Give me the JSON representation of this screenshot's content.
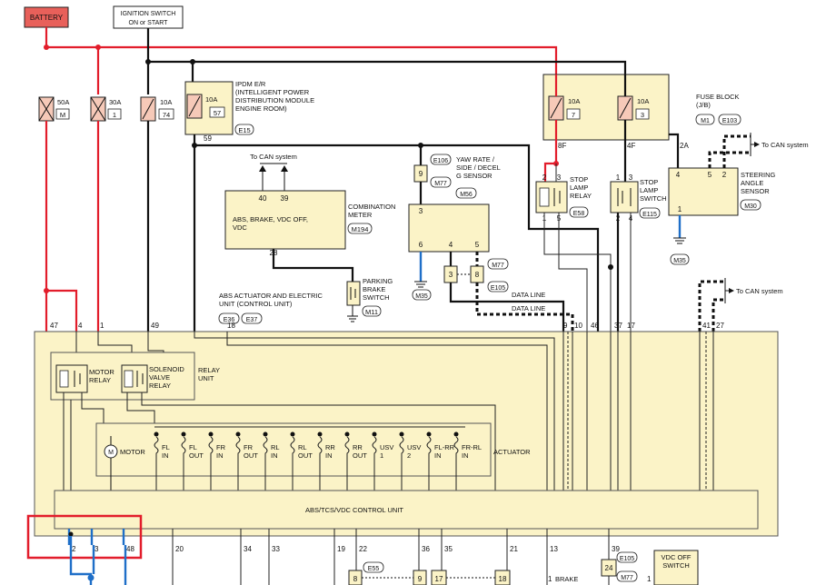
{
  "supplies": {
    "battery": "BATTERY",
    "ignition_line1": "IGNITION SWITCH",
    "ignition_line2": "ON or START"
  },
  "fuses": [
    {
      "amp": "50A",
      "id": "M"
    },
    {
      "amp": "30A",
      "id": "1"
    },
    {
      "amp": "10A",
      "id": "74"
    },
    {
      "amp": "10A",
      "id": "57"
    },
    {
      "amp": "10A",
      "id": "7"
    },
    {
      "amp": "10A",
      "id": "3"
    }
  ],
  "ipdm": {
    "line1": "IPDM E/R",
    "line2": "(INTELLIGENT POWER",
    "line3": "DISTRIBUTION MODULE",
    "line4": "ENGINE ROOM)",
    "conn": "E15",
    "pin": "59"
  },
  "fuse_block": {
    "line1": "FUSE BLOCK",
    "line2": "(J/B)",
    "conn_a": "M1",
    "conn_b": "E103",
    "pin_8f": "8F",
    "pin_4f": "4F",
    "pin_2a": "2A"
  },
  "combination_meter": {
    "can_label": "To CAN system",
    "pin_40": "40",
    "pin_39": "39",
    "line1": "COMBINATION",
    "line2": "METER",
    "conn": "M194",
    "text_line1": "ABS, BRAKE, VDC OFF,",
    "text_line2": "VDC",
    "pin_28": "28"
  },
  "parking_brake": {
    "line1": "PARKING",
    "line2": "BRAKE",
    "line3": "SWITCH",
    "conn": "M11"
  },
  "yaw_sensor": {
    "pin_9": "9",
    "conn_a": "E106",
    "conn_b": "M77",
    "line1": "YAW RATE /",
    "line2": "SIDE / DECEL",
    "line3": "G SENSOR",
    "conn_c": "M56",
    "pin_3": "3",
    "pin_6": "6",
    "pin_4": "4",
    "pin_5": "5",
    "ground_conn": "M35",
    "sub_pin_3": "3",
    "sub_pin_8": "8",
    "sub_conn_a": "M77",
    "sub_conn_b": "E105"
  },
  "stop_lamp_relay": {
    "line1": "STOP",
    "line2": "LAMP",
    "line3": "RELAY",
    "conn": "E58",
    "pin_2": "2",
    "pin_3": "3",
    "pin_1": "1",
    "pin_5": "5"
  },
  "stop_lamp_switch": {
    "line1": "STOP",
    "line2": "LAMP",
    "line3": "SWITCH",
    "conn": "E115",
    "pin_1": "1",
    "pin_3": "3",
    "pin_2": "2",
    "pin_4": "4"
  },
  "steering_sensor": {
    "line1": "STEERING",
    "line2": "ANGLE",
    "line3": "SENSOR",
    "conn": "M30",
    "pin_4": "4",
    "pin_5": "5",
    "pin_2": "2",
    "pin_1": "1",
    "ground_conn": "M35",
    "can_label": "To CAN system"
  },
  "abs_unit": {
    "line1": "ABS ACTUATOR AND ELECTRIC",
    "line2": "UNIT (CONTROL UNIT)",
    "conn_a": "E36",
    "conn_b": "E37",
    "can_label": "To CAN system",
    "data_line1": "DATA LINE",
    "data_line2": "DATA LINE",
    "top_pins": [
      "47",
      "4",
      "1",
      "49",
      "18",
      "9",
      "10",
      "46",
      "37",
      "17",
      "41",
      "27"
    ],
    "relay_unit_line1": "RELAY",
    "relay_unit_line2": "UNIT",
    "motor_relay_line1": "MOTOR",
    "motor_relay_line2": "RELAY",
    "solenoid_line1": "SOLENOID",
    "solenoid_line2": "VALVE",
    "solenoid_line3": "RELAY",
    "motor": "MOTOR",
    "actuator": "ACTUATOR",
    "valves": [
      {
        "a": "FL",
        "b": "IN"
      },
      {
        "a": "FL",
        "b": "OUT"
      },
      {
        "a": "FR",
        "b": "IN"
      },
      {
        "a": "FR",
        "b": "OUT"
      },
      {
        "a": "RL",
        "b": "IN"
      },
      {
        "a": "RL",
        "b": "OUT"
      },
      {
        "a": "RR",
        "b": "IN"
      },
      {
        "a": "RR",
        "b": "OUT"
      },
      {
        "a": "USV",
        "b": "1"
      },
      {
        "a": "USV",
        "b": "2"
      },
      {
        "a": "FL-RR",
        "b": "IN"
      },
      {
        "a": "FR-RL",
        "b": "IN"
      }
    ],
    "control_unit": "ABS/TCS/VDC CONTROL UNIT",
    "bottom_pins": [
      "2",
      "3",
      "48",
      "20",
      "34",
      "33",
      "19",
      "22",
      "36",
      "35",
      "21",
      "13",
      "39"
    ]
  },
  "bottom": {
    "conn_e55": "E55",
    "pin_8": "8",
    "pin_9": "9",
    "pin_17": "17",
    "pin_18": "18",
    "brake_pin": "1",
    "brake_label": "BRAKE",
    "pin_24": "24",
    "conn_e105": "E105",
    "conn_m77": "M77",
    "vdc_line1": "VDC OFF",
    "vdc_line2": "SWITCH",
    "vdc_pin": "1"
  },
  "colors": {
    "power_red": "#e21d2b",
    "highlight_blue": "#1f6fc8",
    "component_fill": "#fbf3c7",
    "fuse_fill": "#f6c9b8"
  }
}
